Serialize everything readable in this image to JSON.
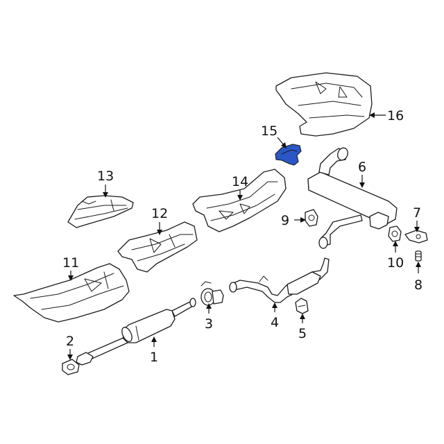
{
  "diagram": {
    "highlight_color": "#2a56c6",
    "highlighted_part": "15",
    "callouts": [
      "1",
      "2",
      "3",
      "4",
      "5",
      "6",
      "7",
      "8",
      "9",
      "10",
      "11",
      "12",
      "13",
      "14",
      "15",
      "16"
    ]
  }
}
